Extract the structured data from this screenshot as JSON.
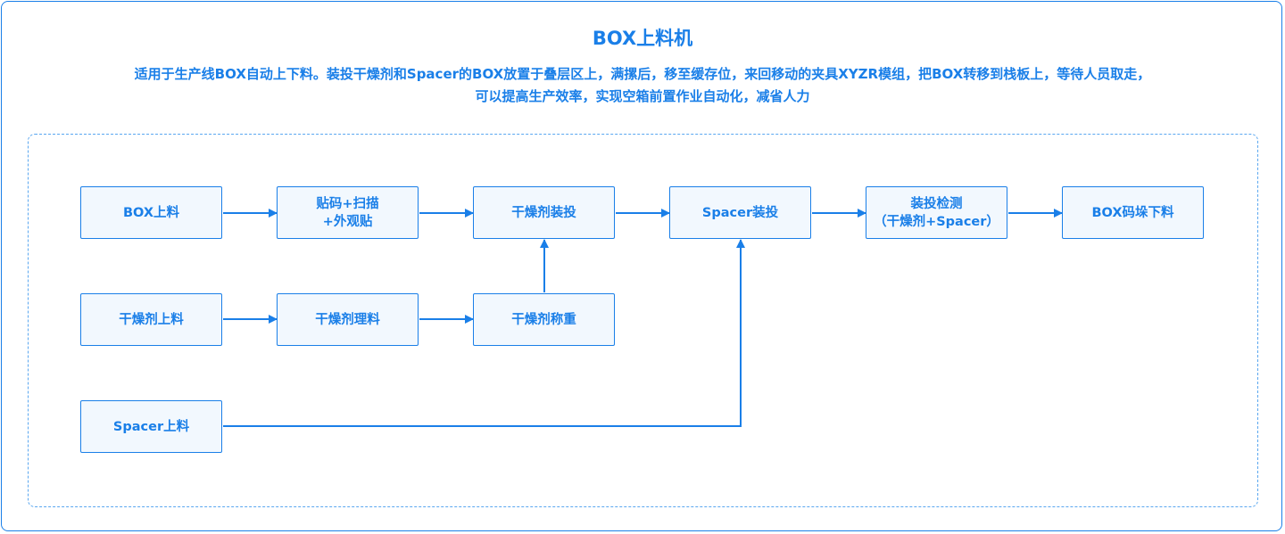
{
  "title": "BOX上料机",
  "description": "适用于生产线BOX自动上下料。装投干燥剂和Spacer的BOX放置于叠层区上，满摞后，移至缓存位，来回移动的夹具XYZR模组，把BOX转移到栈板上，等待人员取走，\n可以提高生产效率，实现空箱前置作业自动化，减省人力",
  "colors": {
    "accent": "#1a7fe8",
    "box_fill": "#f2f8fe",
    "dashed_border": "#5aa7f0"
  },
  "nodes": {
    "box_load": "BOX上料",
    "label_scan": "贴码+扫描\n+外观贴",
    "desiccant_insert": "干燥剂装投",
    "spacer_insert": "Spacer装投",
    "inspection": "装投检测\n（干燥剂+Spacer）",
    "box_stack_unload": "BOX码垛下料",
    "desiccant_load": "干燥剂上料",
    "desiccant_sort": "干燥剂理料",
    "desiccant_weigh": "干燥剂称重",
    "spacer_load": "Spacer上料"
  }
}
